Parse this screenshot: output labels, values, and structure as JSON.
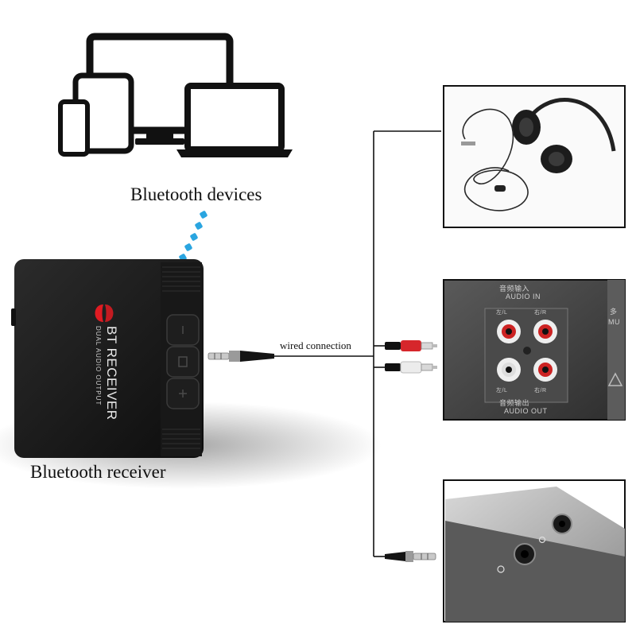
{
  "labels": {
    "bluetooth_devices": "Bluetooth devices",
    "bluetooth_receiver": "Bluetooth receiver",
    "wired_connection": "wired connection"
  },
  "receiver": {
    "brand": "BT RECEIVER",
    "subtitle": "DUAL AUDIO OUTPUT"
  },
  "speaker_panel": {
    "audio_in_cn": "音频输入",
    "audio_in": "AUDIO IN",
    "audio_out_cn": "音频输出",
    "audio_out": "AUDIO OUT",
    "left_cn": "左/L",
    "right_cn": "右/R",
    "side_text_cn": "多",
    "side_text": "MU"
  },
  "colors": {
    "cable": "#111111",
    "receiver_body": "#1a1a1a",
    "brand_logo": "#e01b22",
    "bt_signal": "#2aa5e0",
    "rca_red": "#d6262b",
    "rca_white": "#e8e8e8"
  }
}
